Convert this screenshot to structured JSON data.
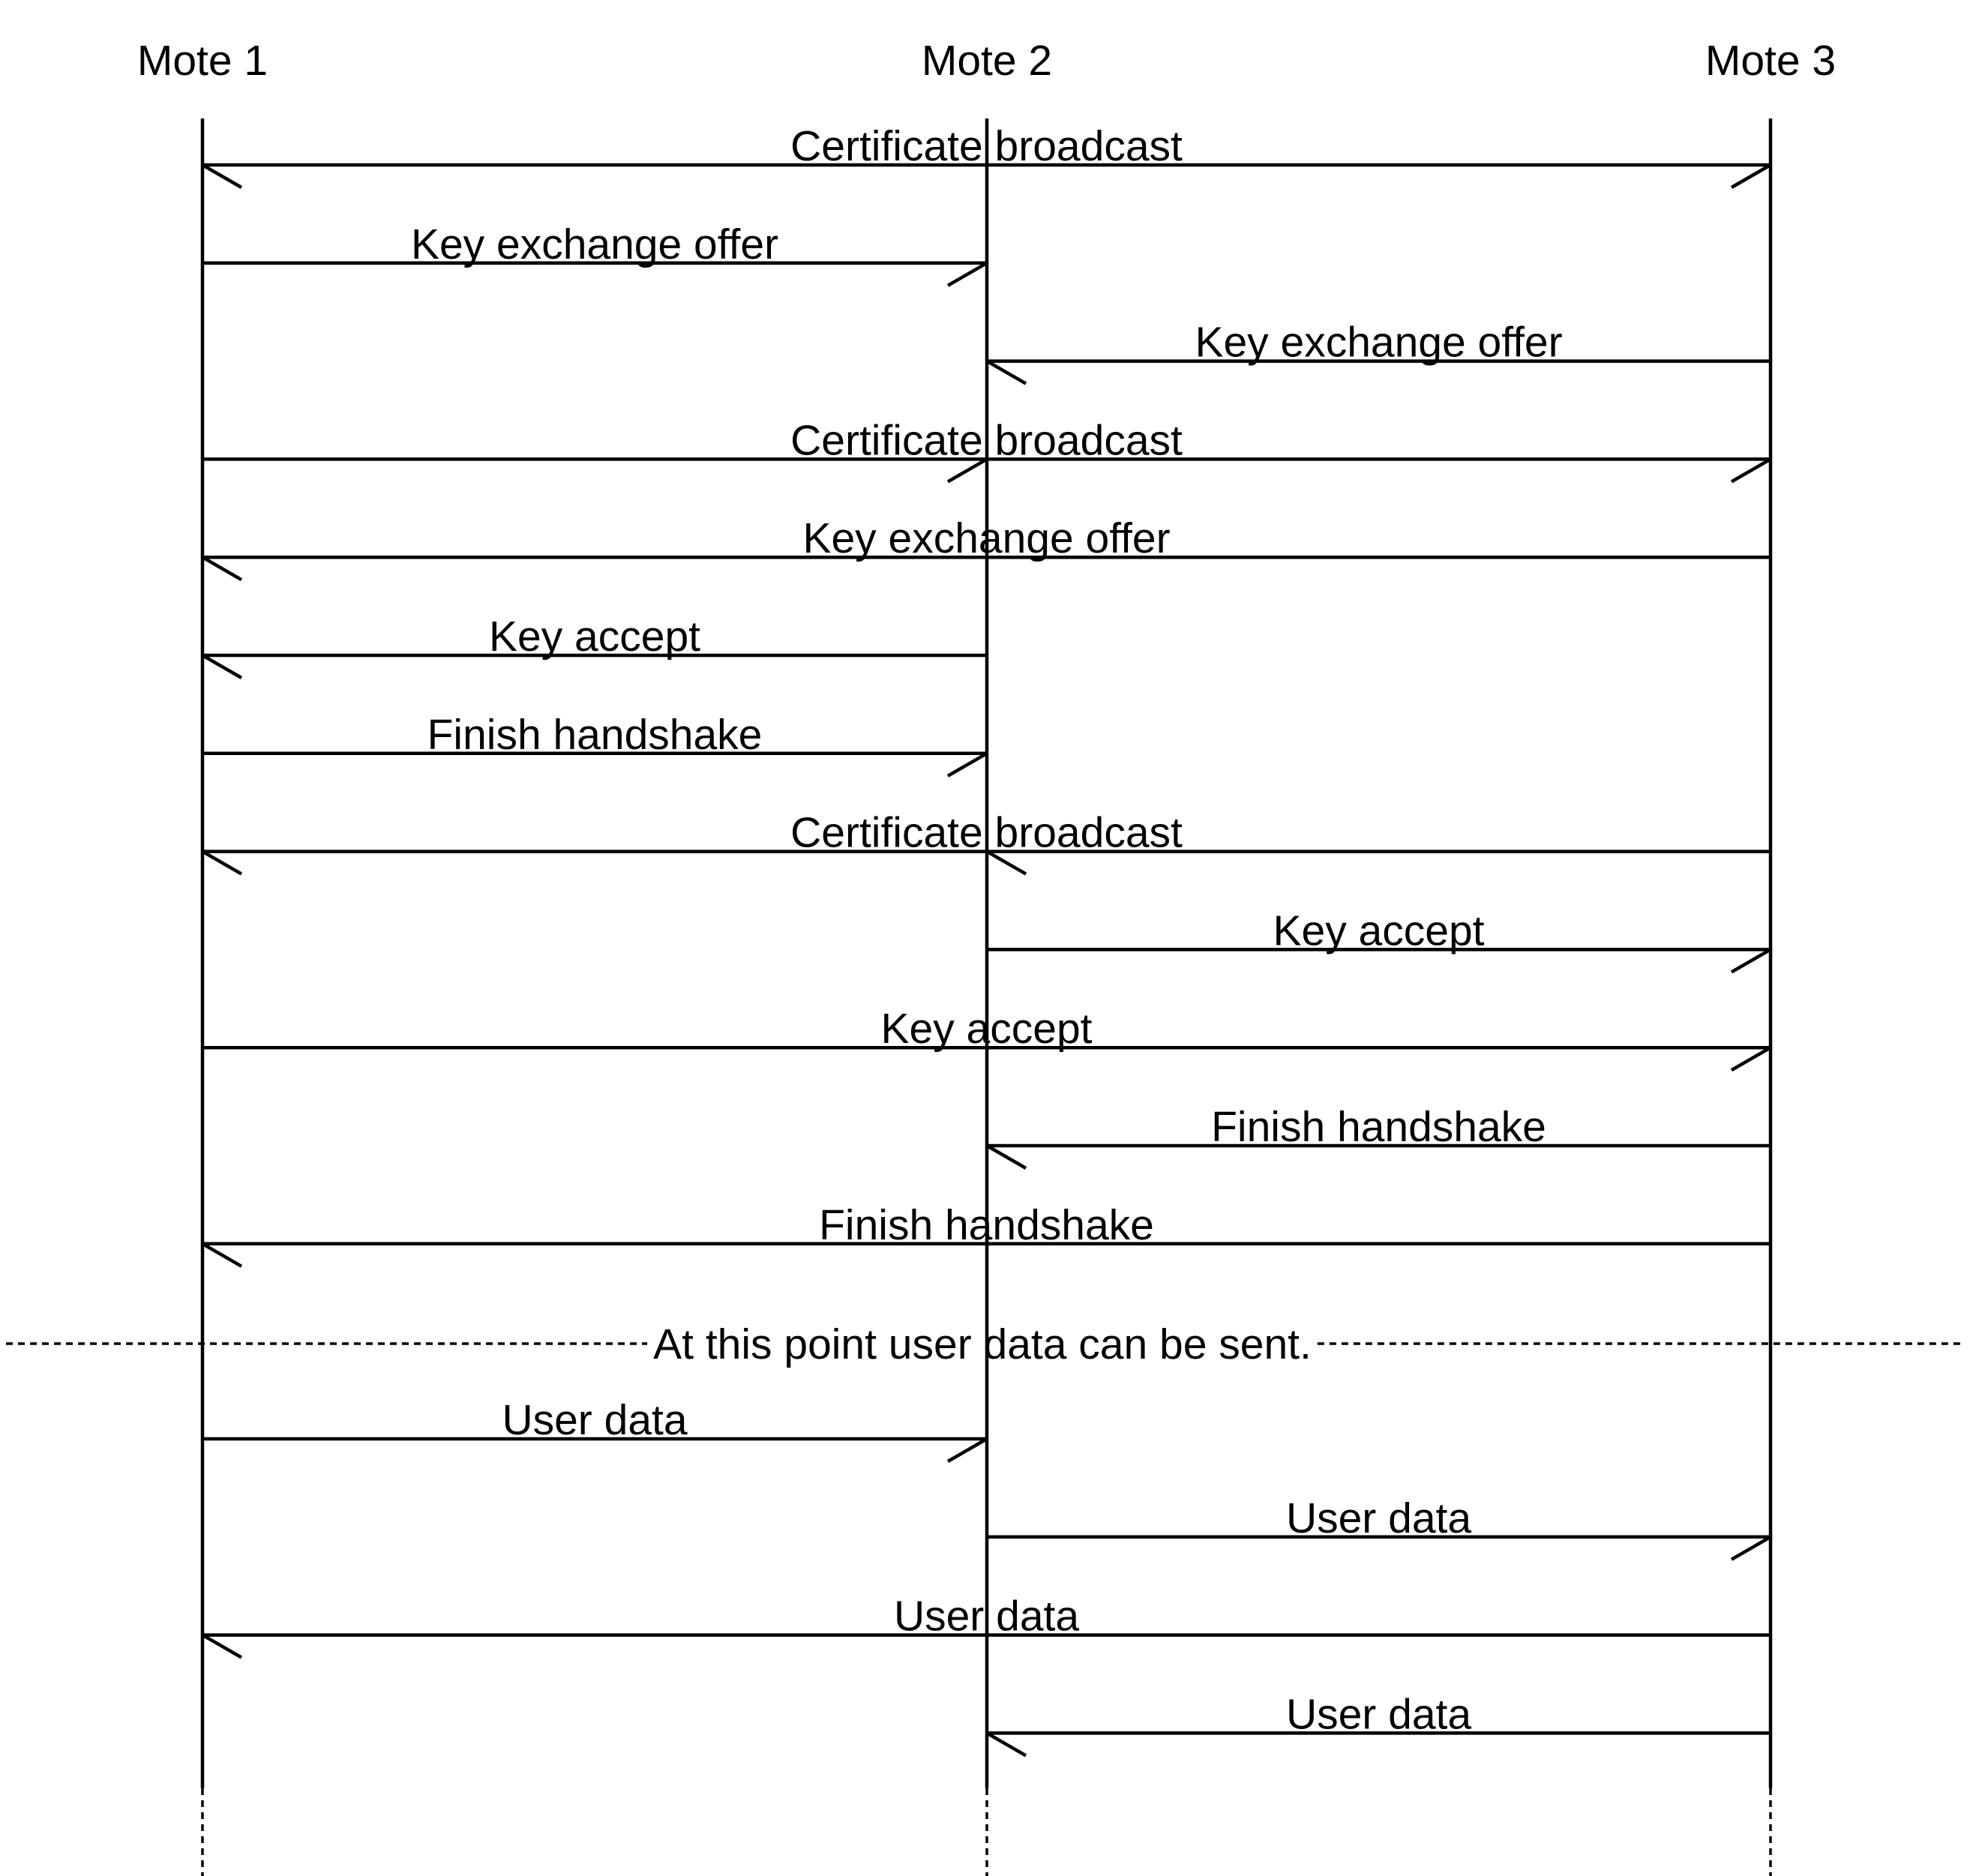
{
  "participants": [
    {
      "id": "m1",
      "label": "Mote 1"
    },
    {
      "id": "m2",
      "label": "Mote 2"
    },
    {
      "id": "m3",
      "label": "Mote 3"
    }
  ],
  "messages": [
    {
      "label": "Certificate broadcast",
      "from": "m2",
      "to": [
        "m1",
        "m3"
      ]
    },
    {
      "label": "Key exchange offer",
      "from": "m1",
      "to": [
        "m2"
      ]
    },
    {
      "label": "Key exchange offer",
      "from": "m3",
      "to": [
        "m2"
      ]
    },
    {
      "label": "Certificate broadcast",
      "from": "m1",
      "to": [
        "m2",
        "m3"
      ]
    },
    {
      "label": "Key exchange offer",
      "from": "m3",
      "to": [
        "m1"
      ]
    },
    {
      "label": "Key accept",
      "from": "m2",
      "to": [
        "m1"
      ]
    },
    {
      "label": "Finish handshake",
      "from": "m1",
      "to": [
        "m2"
      ]
    },
    {
      "label": "Certificate broadcast",
      "from": "m3",
      "to": [
        "m1",
        "m2"
      ]
    },
    {
      "label": "Key accept",
      "from": "m2",
      "to": [
        "m3"
      ]
    },
    {
      "label": "Key accept",
      "from": "m1",
      "to": [
        "m3"
      ]
    },
    {
      "label": "Finish handshake",
      "from": "m3",
      "to": [
        "m2"
      ]
    },
    {
      "label": "Finish handshake",
      "from": "m3",
      "to": [
        "m1"
      ]
    }
  ],
  "separator": {
    "label": "At this point user data can be sent."
  },
  "messages_after": [
    {
      "label": "User data",
      "from": "m1",
      "to": [
        "m2"
      ]
    },
    {
      "label": "User data",
      "from": "m2",
      "to": [
        "m3"
      ]
    },
    {
      "label": "User data",
      "from": "m3",
      "to": [
        "m1"
      ]
    },
    {
      "label": "User data",
      "from": "m3",
      "to": [
        "m2"
      ]
    }
  ]
}
